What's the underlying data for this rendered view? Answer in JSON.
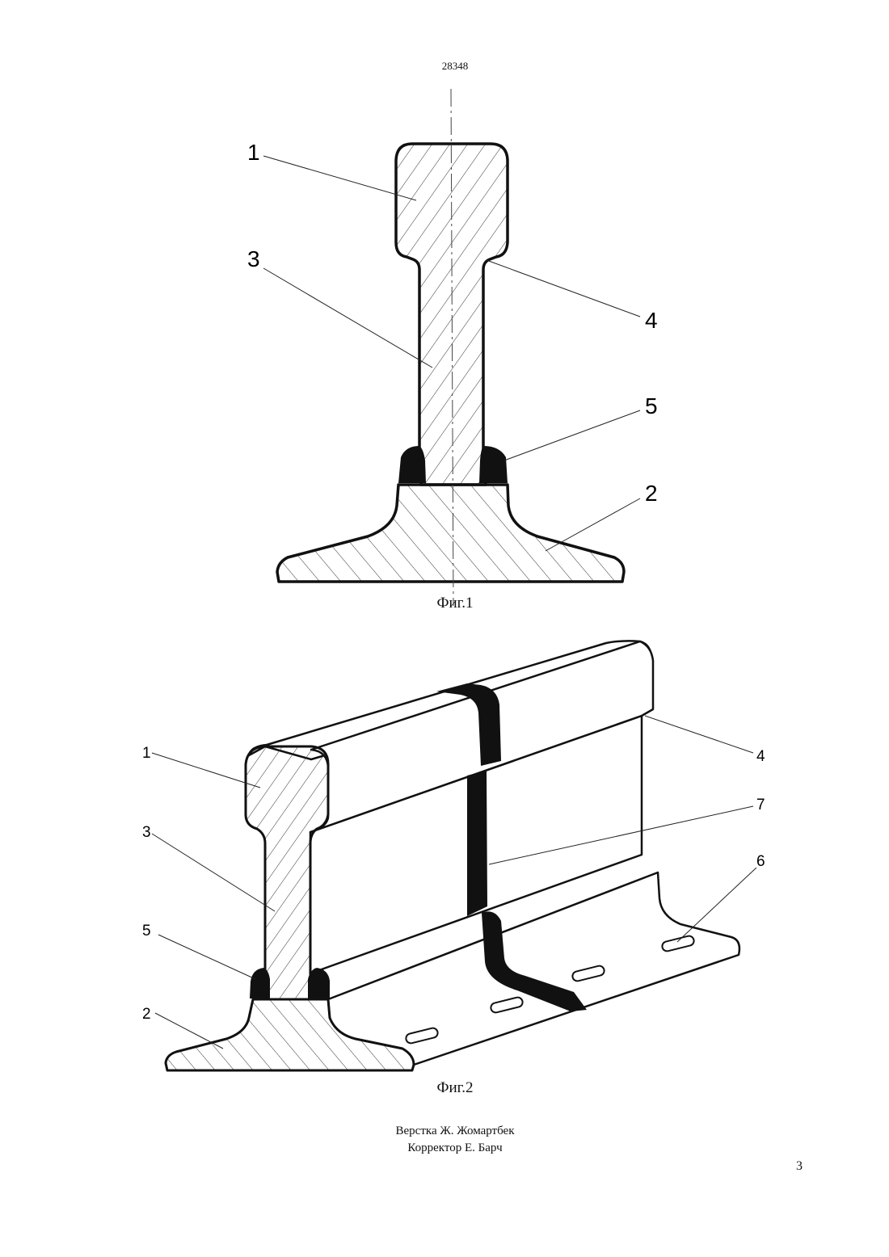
{
  "header": {
    "doc_number": "28348"
  },
  "figure1": {
    "caption": "Фиг.1",
    "callouts": {
      "c1": "1",
      "c2": "2",
      "c3": "3",
      "c4": "4",
      "c5": "5"
    }
  },
  "figure2": {
    "caption": "Фиг.2",
    "callouts": {
      "c1": "1",
      "c2": "2",
      "c3": "3",
      "c4": "4",
      "c5": "5",
      "c6": "6",
      "c7": "7"
    }
  },
  "footer": {
    "layout_credit": "Верстка Ж. Жомартбек",
    "corrector_credit": "Корректор Е. Барч",
    "page_number": "3"
  }
}
